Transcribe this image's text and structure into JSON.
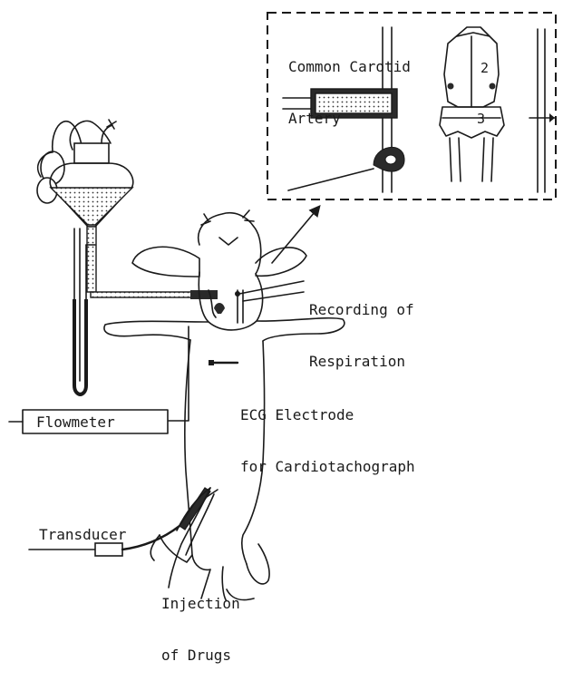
{
  "inset": {
    "title_line1": "Common Carotid",
    "title_line2": "Artery",
    "marker_2": "2",
    "marker_3": "3"
  },
  "labels": {
    "recording_line1": "Recording of",
    "recording_line2": "Respiration",
    "ecg_line1": "ECG Electrode",
    "ecg_line2": "for Cardiotachograph",
    "flowmeter": "Flowmeter",
    "transducer": "Transducer",
    "injection_line1": "Injection",
    "injection_line2": "of Drugs"
  }
}
